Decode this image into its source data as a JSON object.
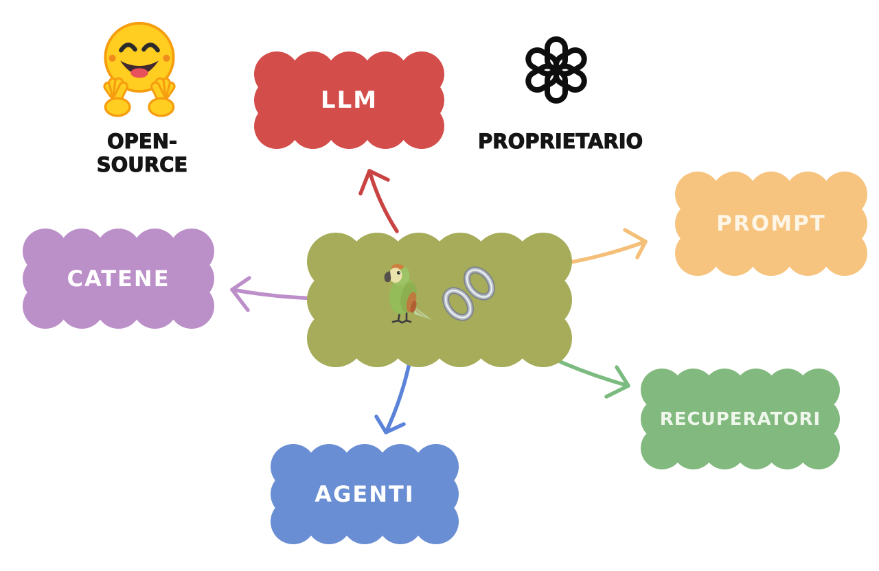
{
  "background": "#ffffff",
  "legend": {
    "open_source": {
      "label": "OPEN-SOURCE",
      "icon": "hugging-face-icon",
      "label_color": "#151515"
    },
    "proprietario": {
      "label": "PROPRIETARIO",
      "icon": "openai-logo-icon",
      "label_color": "#151515"
    }
  },
  "center_node": {
    "icons": [
      "parrot-icon",
      "chain-icon"
    ],
    "color": "#a6ac5a"
  },
  "nodes": [
    {
      "id": "llm",
      "label": "LLM",
      "color": "#d34d4b",
      "text_color": "#ffffff"
    },
    {
      "id": "prompt",
      "label": "PROMPT",
      "color": "#f6c47e",
      "text_color": "#fdf5e6"
    },
    {
      "id": "catene",
      "label": "CATENE",
      "color": "#bb8fc8",
      "text_color": "#ffffff"
    },
    {
      "id": "recuperatori",
      "label": "RECUPERATORI",
      "color": "#82b97e",
      "text_color": "#eff7ec"
    },
    {
      "id": "agenti",
      "label": "AGENTI",
      "color": "#6a8ed3",
      "text_color": "#ffffff"
    }
  ],
  "arrows": [
    {
      "target": "llm",
      "color": "#ca4343"
    },
    {
      "target": "catene",
      "color": "#bd8fca"
    },
    {
      "target": "prompt",
      "color": "#f4bf78"
    },
    {
      "target": "recuperatori",
      "color": "#7cbb80"
    },
    {
      "target": "agenti",
      "color": "#5b83d9"
    }
  ]
}
